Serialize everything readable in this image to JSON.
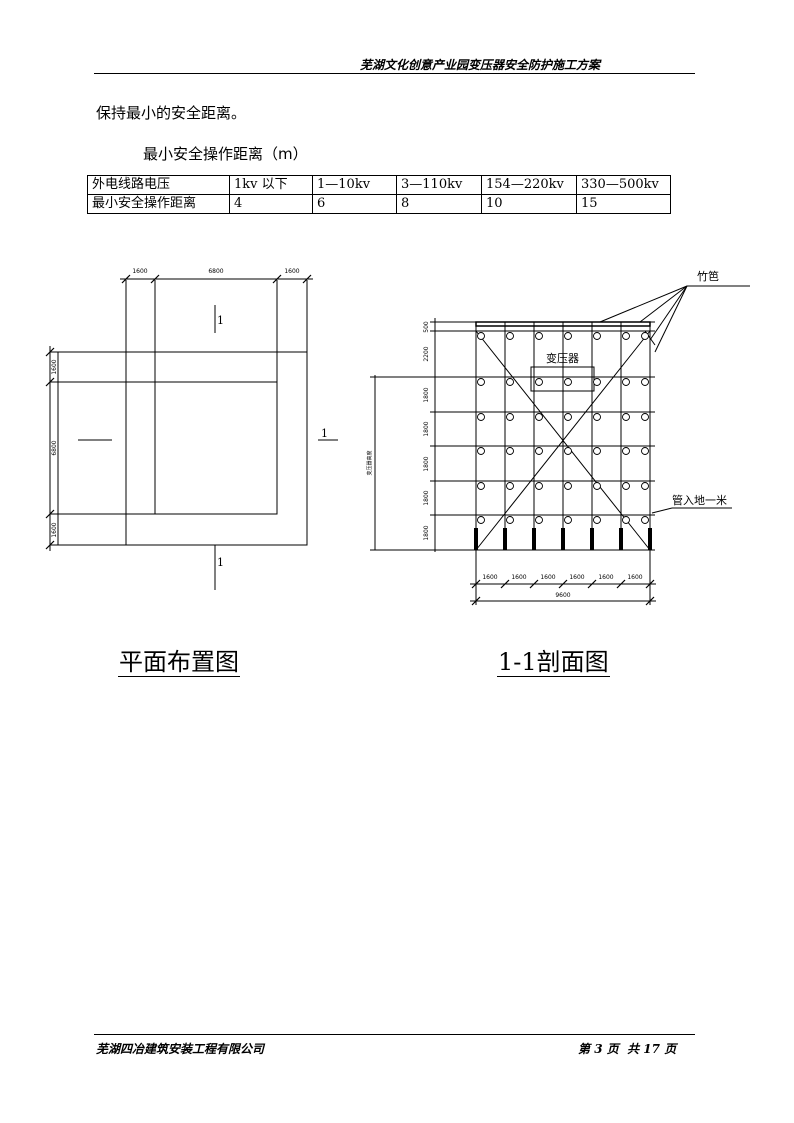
{
  "header": {
    "title": "芜湖文化创意产业园变压器安全防护施工方案"
  },
  "body": {
    "paragraph": "保持最小的安全距离。",
    "table_title": "最小安全操作距离（m）"
  },
  "table": {
    "rows": [
      [
        "外电线路电压",
        "1kv 以下",
        "1—10kv",
        "3—110kv",
        "154—220kv",
        "330—500kv"
      ],
      [
        "最小安全操作距离",
        "4",
        "6",
        "8",
        "10",
        "15"
      ]
    ]
  },
  "plan": {
    "top_dims": [
      "1600",
      "6800",
      "1600"
    ],
    "left_dims": [
      "1600",
      "6800",
      "1600"
    ],
    "section_mark": "1",
    "caption": "平面布置图"
  },
  "section": {
    "left_dims": [
      "500",
      "2200",
      "1800",
      "1800",
      "1800",
      "1800",
      "1800"
    ],
    "bottom_dims": [
      "1600",
      "1600",
      "1600",
      "1600",
      "1600",
      "1600"
    ],
    "total_dim": "9600",
    "height_label": "变压器高度",
    "transformer_label": "变压器",
    "bamboo_label": "竹笆",
    "pipe_label": "管入地一米",
    "caption": "1-1剖面图"
  },
  "footer": {
    "company": "芜湖四冶建筑安装工程有限公司",
    "page_prefix": "第",
    "page_current": "3",
    "page_mid": "页  共",
    "page_total": "17",
    "page_suffix": "页"
  }
}
